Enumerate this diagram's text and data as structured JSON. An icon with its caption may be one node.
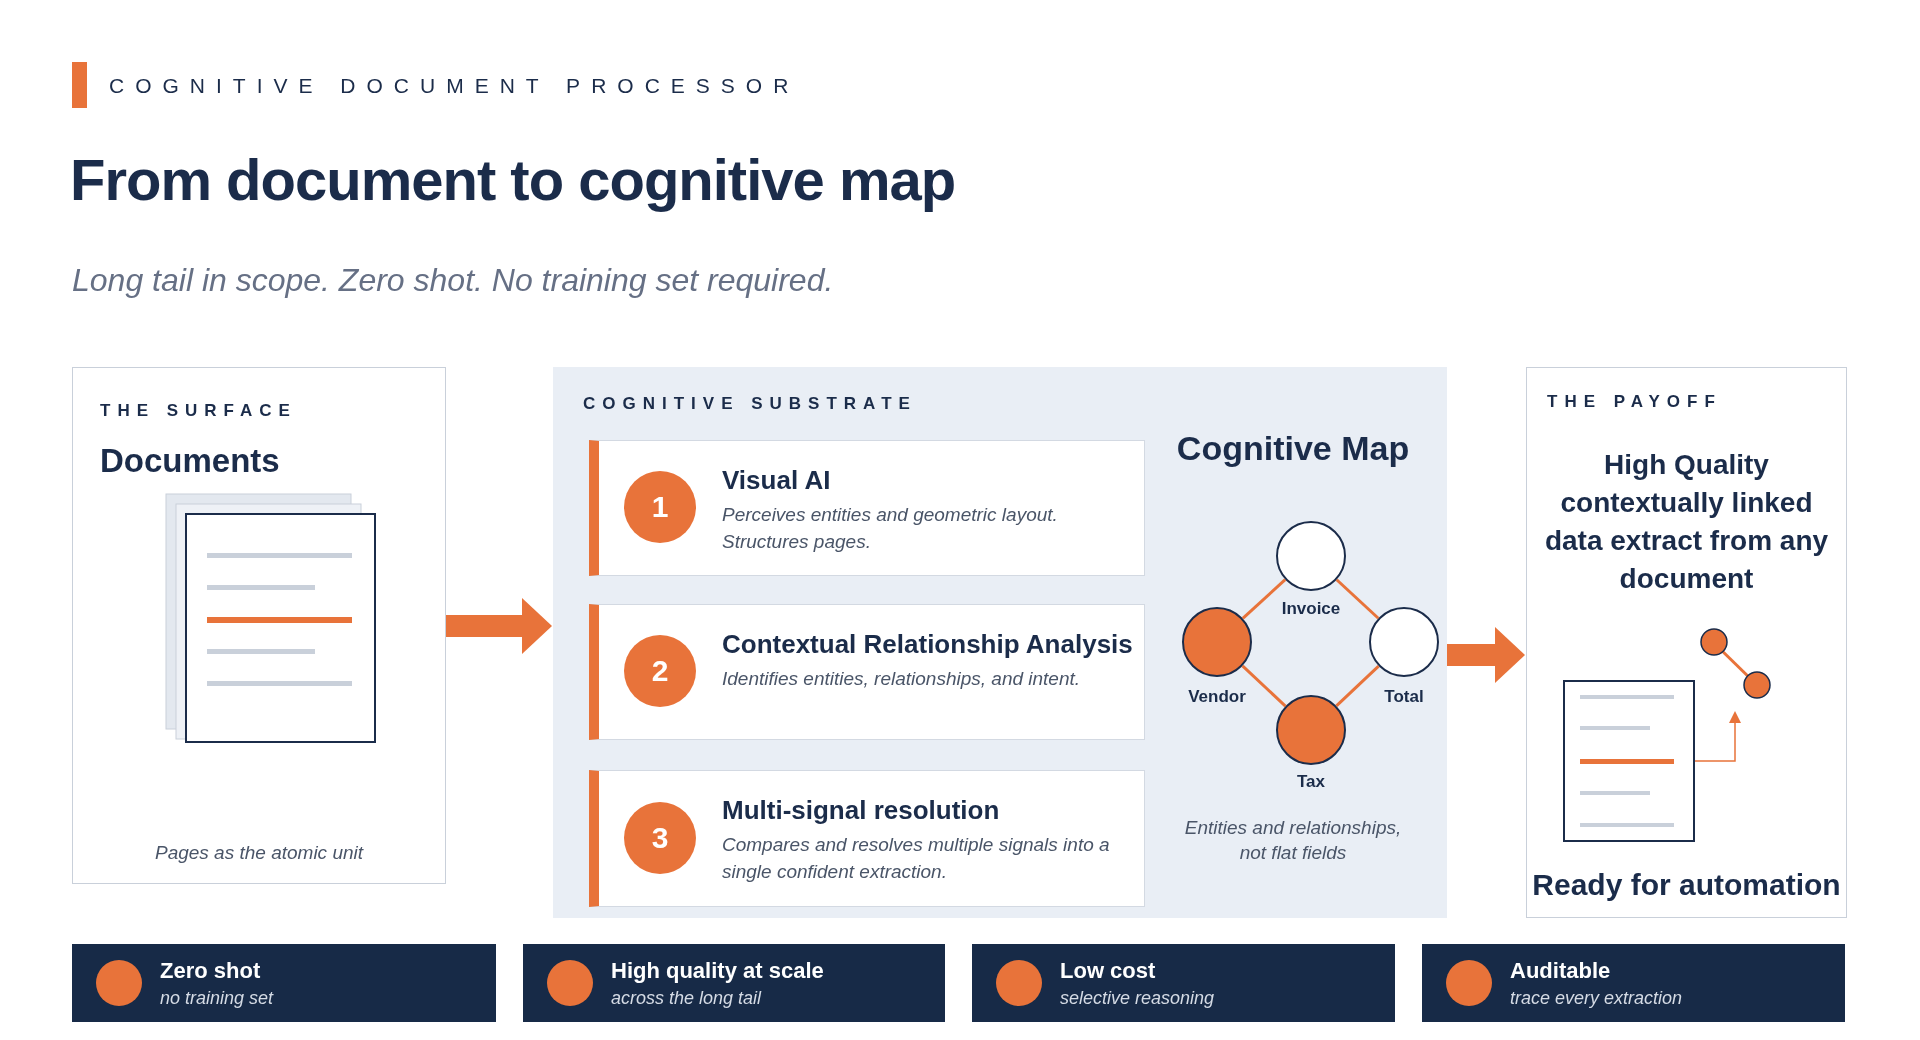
{
  "diagram": {
    "title": "From document to cognitive map",
    "nodes": [
      {
        "text": [
          "THE SURFACE",
          "Documents",
          "Pages as the atomic unit"
        ]
      },
      {
        "text": [
          "COGNITIVE SUBSTRATE"
        ]
      },
      {
        "text": [
          "1",
          "Visual AI",
          "Perceives entities and geometric layout. Structures pages."
        ],
        "in": 1
      },
      {
        "text": [
          "2",
          "Contextual Relationship Analysis",
          "Identifies entities, relationships, and intent."
        ],
        "in": 1
      },
      {
        "text": [
          "3",
          "Multi-signal resolution",
          "Compares and resolves multiple signals into a single confident extraction."
        ],
        "in": 1
      },
      {
        "text": [],
        "shape": "circle",
        "beside": [
          "Invoice"
        ],
        "in": 1
      },
      {
        "text": [],
        "shape": "circle",
        "beside": [
          "Vendor"
        ],
        "in": 1
      },
      {
        "text": [],
        "shape": "circle",
        "beside": [
          "Total"
        ],
        "in": 1
      },
      {
        "text": [],
        "shape": "circle",
        "beside": [
          "Tax"
        ],
        "in": 1
      },
      {
        "text": [
          "THE PAYOFF",
          "High Quality contextually linked data extract from any document",
          "Ready for automation"
        ]
      },
      {
        "text": [
          "Zero shot",
          "no training set"
        ]
      },
      {
        "text": [
          "High quality at scale",
          "across the long tail"
        ]
      },
      {
        "text": [
          "Low cost",
          "selective reasoning"
        ]
      },
      {
        "text": [
          "Auditable",
          "trace every extraction"
        ]
      }
    ],
    "edges": [
      {
        "from": 0,
        "to": 1,
        "arrow": "to",
        "style": "thick"
      },
      {
        "from": 1,
        "to": 9,
        "arrow": "to",
        "style": "thick"
      },
      {
        "from": 6,
        "to": 5,
        "arrow": "none"
      },
      {
        "from": 5,
        "to": 7,
        "arrow": "none"
      },
      {
        "from": 6,
        "to": 8,
        "arrow": "none"
      },
      {
        "from": 8,
        "to": 7,
        "arrow": "none"
      }
    ],
    "labels": [
      "COGNITIVE DOCUMENT PROCESSOR",
      "Long tail in scope. Zero shot. No training set required.",
      "Cognitive Map",
      "Entities and relationships, not flat fields"
    ]
  }
}
